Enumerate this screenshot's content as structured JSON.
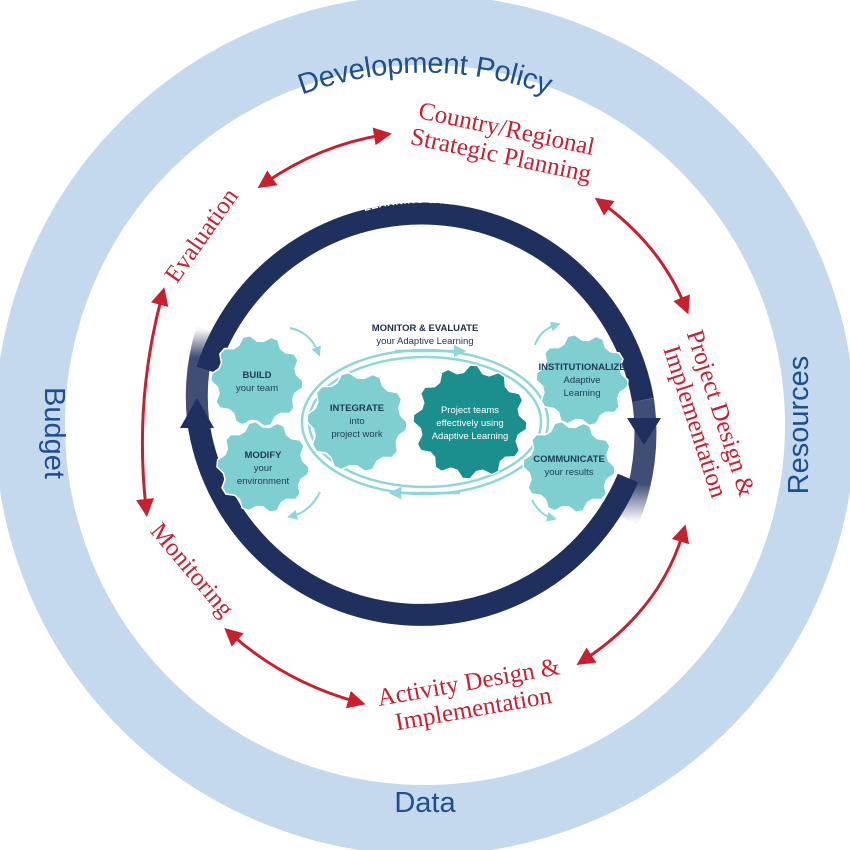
{
  "outer_ring": {
    "top": "Development Policy",
    "left": "Budget",
    "right": "Resources",
    "bottom": "Data"
  },
  "cycle_stages": {
    "country_planning": [
      "Country/Regional",
      "Strategic Planning"
    ],
    "project_design": [
      "Project Design &",
      "Implementation"
    ],
    "activity_design": [
      "Activity Design &",
      "Implementation"
    ],
    "monitoring": "Monitoring",
    "evaluation": "Evaluation"
  },
  "inner_cycle": {
    "ring_label": "LEARNING & ADAPTING",
    "monitor_line1": "MONITOR & EVALUATE",
    "monitor_line2": "your Adaptive Learning"
  },
  "gears": {
    "build": [
      "BUILD",
      "your team"
    ],
    "modify": [
      "MODIFY",
      "your",
      "environment"
    ],
    "integrate": [
      "INTEGRATE",
      "into",
      "project work"
    ],
    "center": [
      "Project teams",
      "effectively using",
      "Adaptive Learning"
    ],
    "institutionalize": [
      "INSTITUTIONALIZE",
      "Adaptive",
      "Learning"
    ],
    "communicate": [
      "COMMUNICATE",
      "your results"
    ]
  },
  "colors": {
    "outer_ring": "#c5d9ee",
    "outer_text": "#1f4e8c",
    "stage_text": "#c8202f",
    "arrow": "#c8202f",
    "navy": "#1f2f5e",
    "gear_light": "#7fcfd0",
    "gear_dark": "#1a8f8e"
  }
}
